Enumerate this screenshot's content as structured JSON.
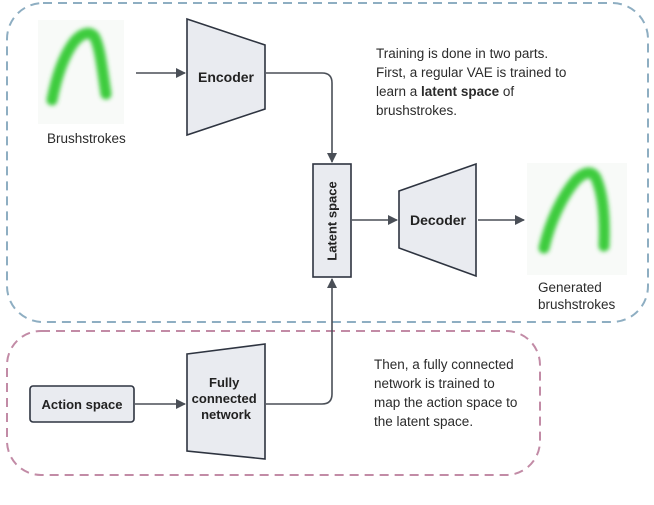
{
  "colors": {
    "training_border": "#8eaec2",
    "action_border": "#c28ba6",
    "box_fill": "#e9ebf0",
    "box_stroke": "#2e3440",
    "arrow": "#4a4f57",
    "brush": "#3ccc3c"
  },
  "nodes": {
    "encoder": "Encoder",
    "decoder": "Decoder",
    "latent_space": "Latent space",
    "action_space": "Action space",
    "fcn_lines": [
      "Fully",
      "connected",
      "network"
    ]
  },
  "captions": {
    "input": "Brushstrokes",
    "output_line1": "Generated",
    "output_line2": "brushstrokes"
  },
  "notes": {
    "training_before": "Training is done in two parts. First, a regular VAE is trained to learn a ",
    "training_bold1": "latent",
    "training_bold2": "space",
    "training_after": " of brushstrokes.",
    "action": "Then, a fully connected network is trained to map the action space to the latent space."
  }
}
